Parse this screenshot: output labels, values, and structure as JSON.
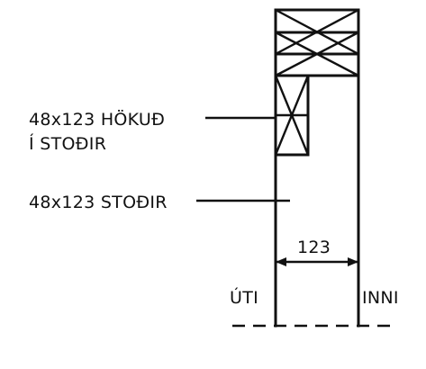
{
  "labels": {
    "header_studs": "48x123 HÖKUÐ",
    "header_studs_line2": "Í STOÐIR",
    "studs": "48x123 STOÐIR",
    "dimension": "123",
    "outside": "ÚTI",
    "inside": "INNI"
  },
  "colors": {
    "ink": "#111111",
    "paper": "#ffffff"
  }
}
